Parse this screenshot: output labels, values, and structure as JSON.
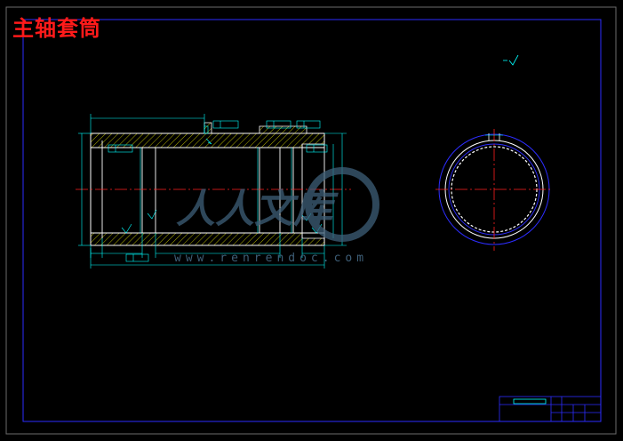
{
  "drawing": {
    "title": "主轴套筒",
    "colors": {
      "background": "#000000",
      "frame": "#2d2dff",
      "outer_frame": "#6c6c6c",
      "part_outline": "#ffffff",
      "dimension": "#00ffff",
      "centerline": "#ff2020",
      "hatch": "#ffff00",
      "title_color": "#ff1a1a",
      "watermark": "#3e5f78"
    }
  },
  "watermark": {
    "logo_text": "人人文库",
    "url": "www.renrendoc.com"
  }
}
